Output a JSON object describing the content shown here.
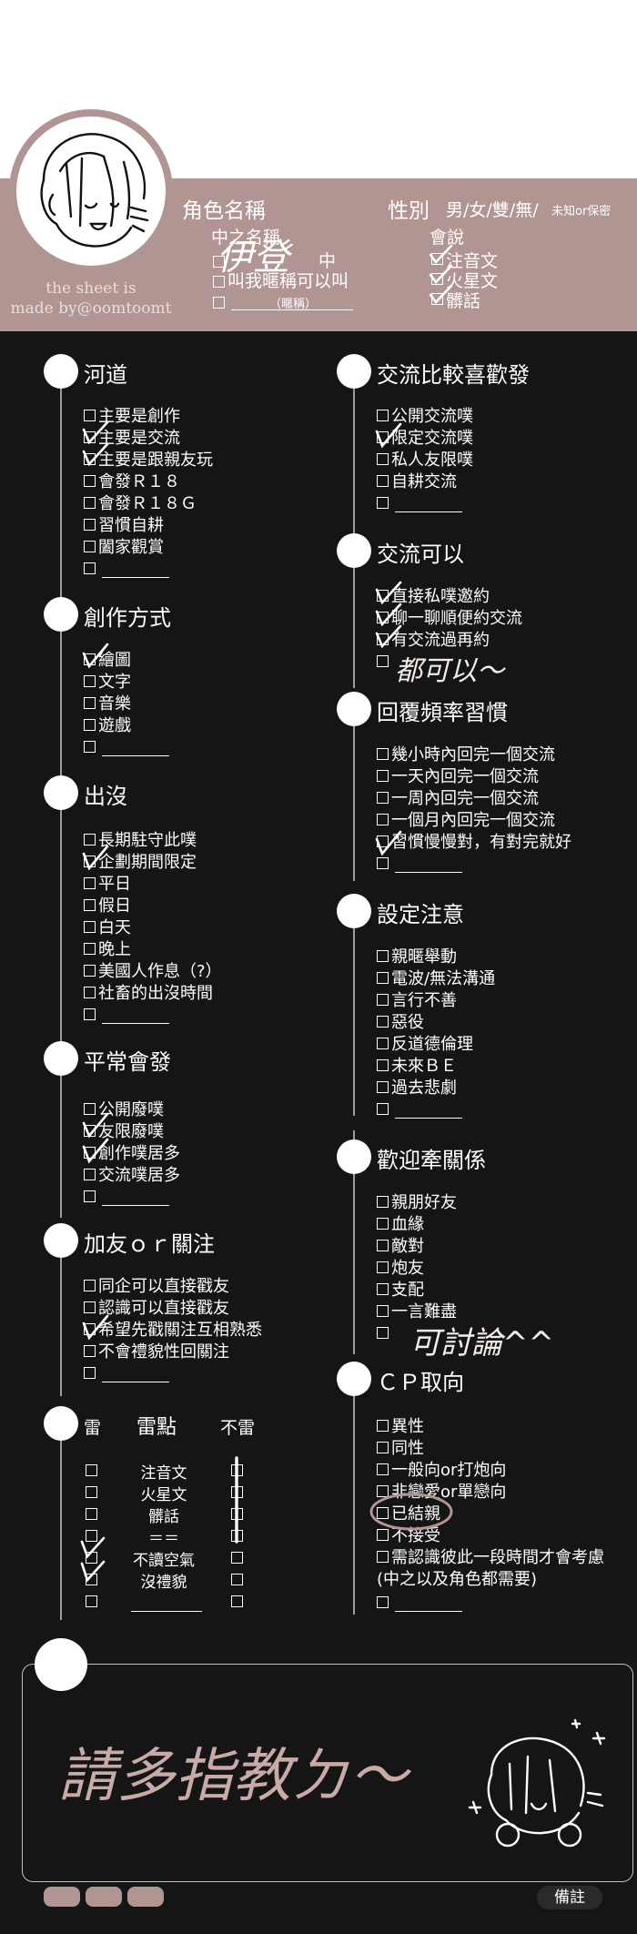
{
  "colors": {
    "accent": "#b19592",
    "dark": "#151515",
    "ink": "#ffffff",
    "handwriting": "#b19592"
  },
  "header": {
    "credit_line1": "the sheet is",
    "credit_line2": "made by@oomtoomt",
    "role_name_label": "角色名稱",
    "gender_label": "性別",
    "gender_options": "男/女/雙/無/",
    "gender_extra": "未知or保密",
    "chinese_name_label": "中之名稱",
    "cn_opt1": "中",
    "cn_opt2": "叫我暱稱可以叫",
    "cn_opt3_hint": "（暱稱）",
    "can_speak_label": "會說",
    "lang_opt1": "注音文",
    "lang_opt2": "火星文",
    "lang_opt3": "髒話",
    "handwriting_name": "伊登"
  },
  "sections": {
    "river": {
      "title": "河道",
      "options": [
        "主要是創作",
        "主要是交流",
        "主要是跟親友玩",
        "會發Ｒ１８",
        "會發Ｒ１８Ｇ",
        "習慣自耕",
        "闔家觀賞"
      ]
    },
    "create": {
      "title": "創作方式",
      "options": [
        "繪圖",
        "文字",
        "音樂",
        "遊戲"
      ]
    },
    "appear": {
      "title": "出沒",
      "options": [
        "長期駐守此噗",
        "企劃期間限定",
        "平日",
        "假日",
        "白天",
        "晚上",
        "美國人作息（?）",
        "社畜的出沒時間"
      ]
    },
    "usual": {
      "title": "平常會發",
      "options": [
        "公開廢噗",
        "友限廢噗",
        "創作噗居多",
        "交流噗居多"
      ]
    },
    "follow": {
      "title": "加友ｏｒ關注",
      "options": [
        "同企可以直接戳友",
        "認識可以直接戳友",
        "希望先戳關注互相熟悉",
        "不會禮貌性回關注"
      ]
    },
    "thunder": {
      "title": "雷",
      "col_mid": "雷點",
      "col_right": "不雷",
      "rows": [
        "注音文",
        "火星文",
        "髒話",
        "＝＝",
        "不讀空氣",
        "沒禮貌"
      ]
    },
    "prefer": {
      "title": "交流比較喜歡發",
      "options": [
        "公開交流噗",
        "限定交流噗",
        "私人友限噗",
        "自耕交流"
      ]
    },
    "allowed": {
      "title": "交流可以",
      "options": [
        "直接私噗邀約",
        "聊一聊順便約交流",
        "有交流過再約"
      ],
      "handwriting": "都可以～"
    },
    "reply": {
      "title": "回覆頻率習慣",
      "options": [
        "幾小時內回完一個交流",
        "一天內回完一個交流",
        "一周內回完一個交流",
        "一個月內回完一個交流",
        "習慣慢慢對，有對完就好"
      ]
    },
    "caution": {
      "title": "設定注意",
      "options": [
        "親暱舉動",
        "電波/無法溝通",
        "言行不善",
        "惡役",
        "反道德倫理",
        "未來ＢＥ",
        "過去悲劇"
      ]
    },
    "relation": {
      "title": "歡迎牽關係",
      "options": [
        "親朋好友",
        "血緣",
        "敵對",
        "炮友",
        "支配",
        "一言難盡"
      ],
      "handwriting": "可討論^^"
    },
    "cp": {
      "title": "ＣＰ取向",
      "options": [
        "異性",
        "同性",
        "一般向or打炮向",
        "非戀愛or單戀向",
        "已結親",
        "不接受",
        "需認識彼此一段時間才會考慮"
      ],
      "note": "(中之以及角色都需要)"
    }
  },
  "notes": {
    "handwriting": "請多指教ㄉ～",
    "remark_button": "備註"
  }
}
